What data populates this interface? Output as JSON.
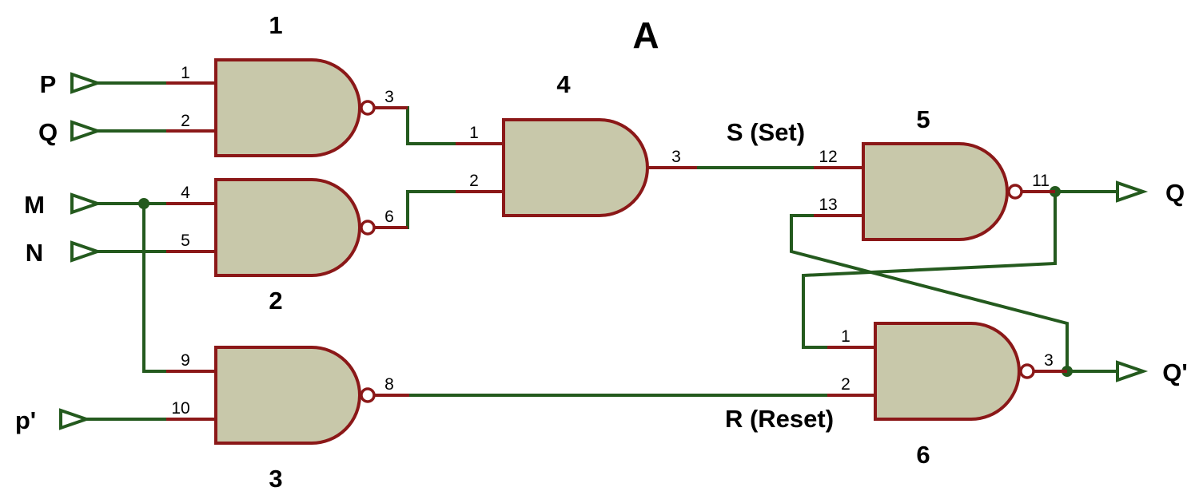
{
  "title": "A",
  "gates": [
    {
      "number": "1",
      "type": "NAND",
      "inputs": [
        "1",
        "2"
      ],
      "output": "3"
    },
    {
      "number": "2",
      "type": "NAND",
      "inputs": [
        "4",
        "5"
      ],
      "output": "6"
    },
    {
      "number": "3",
      "type": "NAND",
      "inputs": [
        "9",
        "10"
      ],
      "output": "8"
    },
    {
      "number": "4",
      "type": "AND",
      "inputs": [
        "1",
        "2"
      ],
      "output": "3"
    },
    {
      "number": "5",
      "type": "NAND",
      "inputs": [
        "12",
        "13"
      ],
      "output": "11"
    },
    {
      "number": "6",
      "type": "NAND",
      "inputs": [
        "1",
        "2"
      ],
      "output": "3"
    }
  ],
  "inputs": [
    "P",
    "Q",
    "M",
    "N",
    "p'"
  ],
  "outputs": [
    "Q",
    "Q'"
  ],
  "nets": {
    "set": "S (Set)",
    "reset": "R (Reset)"
  },
  "colors": {
    "wire": "#245a1e",
    "pin": "#8b1818",
    "gate_fill": "#c8c8aa",
    "background": "#ffffff"
  }
}
